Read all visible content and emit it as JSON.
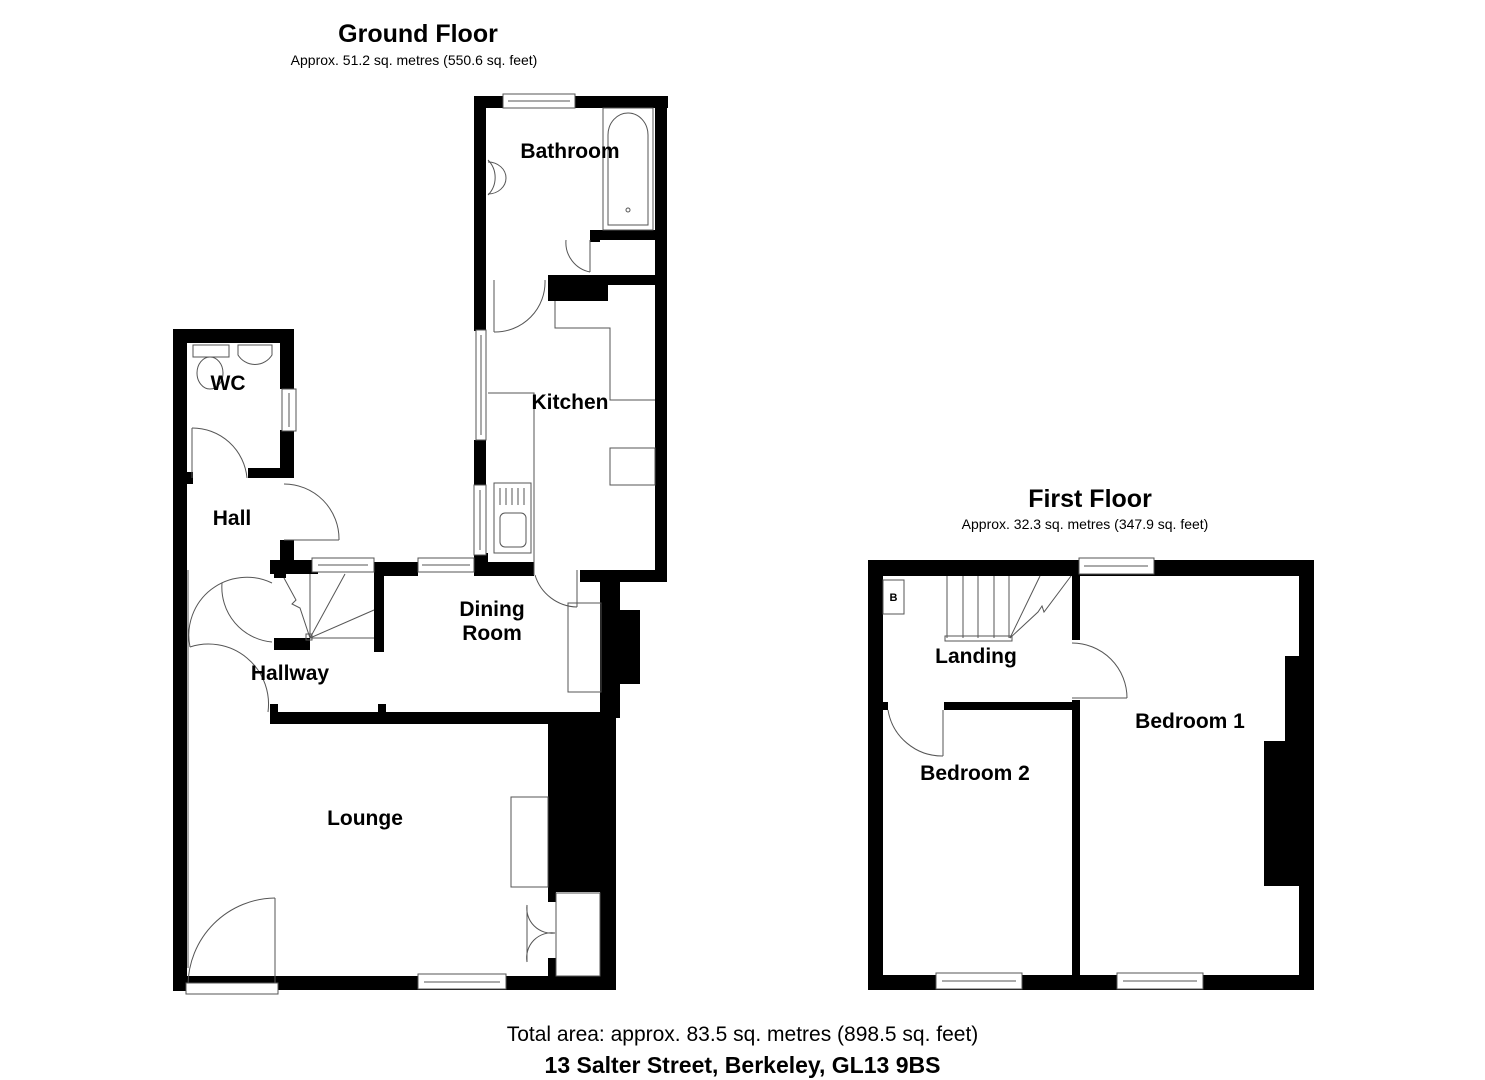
{
  "ground_floor": {
    "title": "Ground Floor",
    "area": "Approx. 51.2 sq. metres (550.6 sq. feet)",
    "rooms": {
      "bathroom": "Bathroom",
      "wc": "WC",
      "kitchen": "Kitchen",
      "hall": "Hall",
      "dining_line1": "Dining",
      "dining_line2": "Room",
      "hallway": "Hallway",
      "lounge": "Lounge"
    }
  },
  "first_floor": {
    "title": "First Floor",
    "area": "Approx. 32.3 sq. metres (347.9 sq. feet)",
    "rooms": {
      "boiler": "B",
      "landing": "Landing",
      "bedroom1": "Bedroom 1",
      "bedroom2": "Bedroom 2"
    }
  },
  "footer": {
    "total_area": "Total area: approx. 83.5 sq. metres (898.5 sq. feet)",
    "address": "13 Salter Street, Berkeley, GL13 9BS"
  },
  "colors": {
    "wall": "#000000",
    "fixture_line": "#555555",
    "background": "#ffffff"
  }
}
